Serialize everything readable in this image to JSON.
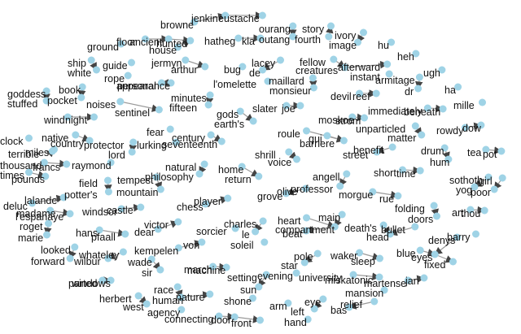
{
  "graph": {
    "node_color": "#9fd3e6",
    "edge_color": "#9a9a9a",
    "arrow_color": "#444444",
    "nodes": [
      "browne",
      "jenkin",
      "eustache",
      "ourang",
      "story",
      "ivory",
      "hu",
      "floor",
      "ancient",
      "house",
      "hatheg",
      "kla",
      "outang",
      "fourth",
      "image",
      "ground",
      "hunted",
      "fellow",
      "creatures",
      "afterward",
      "heh",
      "ship",
      "white",
      "guide",
      "jermyn",
      "arthur",
      "bug",
      "lacey",
      "de",
      "instant",
      "ugh",
      "rope",
      "appearance",
      "personal",
      "maillard",
      "monsieur",
      "armitage",
      "dr",
      "goddess",
      "stuffed",
      "book",
      "pocket",
      "minutes",
      "fifteen",
      "l'omelette",
      "devil",
      "reef",
      "ha",
      "noises",
      "sentinel",
      "gods",
      "earth's",
      "slater",
      "joe",
      "moskoe",
      "strom",
      "immediately",
      "beneath",
      "mille",
      "wind",
      "night",
      "clock",
      "native",
      "country",
      "fear",
      "century",
      "seventeenth",
      "roule",
      "barriere",
      "qui",
      "unparticled",
      "matter",
      "rowdy",
      "dow",
      "terrible",
      "miles",
      "thousand",
      "francs",
      "protector",
      "lord",
      "lurking",
      "street",
      "benefit",
      "drum",
      "hum",
      "tea",
      "pot",
      "times",
      "pounds",
      "raymond",
      "natural",
      "philosophy",
      "home",
      "return",
      "shrill",
      "voice",
      "short",
      "time",
      "sothoth",
      "yog",
      "field",
      "potter's",
      "tempest",
      "mountain",
      "angell",
      "professor",
      "grove",
      "olive",
      "morgue",
      "rue",
      "girl",
      "poor",
      "deluc",
      "lalande",
      "madame",
      "l'espanaye",
      "roget",
      "marie",
      "windsor",
      "castle",
      "chess",
      "player",
      "folding",
      "doors",
      "art",
      "thou",
      "hans",
      "pfaall",
      "dear",
      "victor",
      "sorcier",
      "charles",
      "le",
      "heart",
      "compartment",
      "beat",
      "main",
      "death's",
      "head",
      "bullet",
      "barry",
      "looked",
      "forward",
      "whateley",
      "wilbur",
      "kempelen",
      "von",
      "soleil",
      "blue",
      "eyes",
      "denys",
      "fixed",
      "wade",
      "sir",
      "pole",
      "star",
      "waker",
      "sleep",
      "march",
      "machine",
      "setting",
      "sun",
      "evening",
      "university",
      "miskatonic",
      "martense",
      "jan",
      "parted",
      "windows",
      "herbert",
      "west",
      "race",
      "human",
      "nature",
      "shone",
      "mansion",
      "arm",
      "eye",
      "left",
      "relief",
      "hand",
      "agency",
      "connecting",
      "door",
      "front",
      "bas"
    ]
  }
}
